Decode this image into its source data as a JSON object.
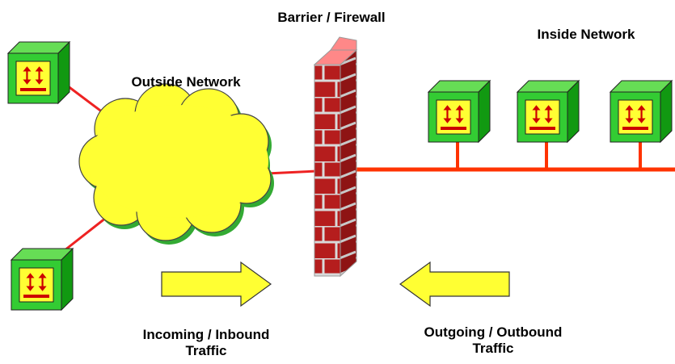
{
  "labels": {
    "firewall": "Barrier / Firewall",
    "inside_network": "Inside Network",
    "outside_network": "Outside Network",
    "incoming_line1": "Incoming / Inbound",
    "incoming_line2": "Traffic",
    "outgoing_line1": "Outgoing / Outbound",
    "outgoing_line2": "Traffic"
  },
  "colors": {
    "link": "#ff3300",
    "outer_link": "#ee2222",
    "box_green": "#33cc33",
    "box_top": "#66dd55",
    "box_side": "#119911",
    "face_yellow": "#ffff33",
    "cloud": "#ffff33",
    "cloud_shadow": "#33aa33",
    "brick": "#b51d1d",
    "mortar": "#d9d9d9",
    "wall_top": "#ff8888",
    "arrow_fill": "#ffff33"
  },
  "icons": [
    "computer-icon",
    "cloud-shape",
    "brick-wall-icon",
    "arrow-right-icon",
    "arrow-left-icon"
  ]
}
